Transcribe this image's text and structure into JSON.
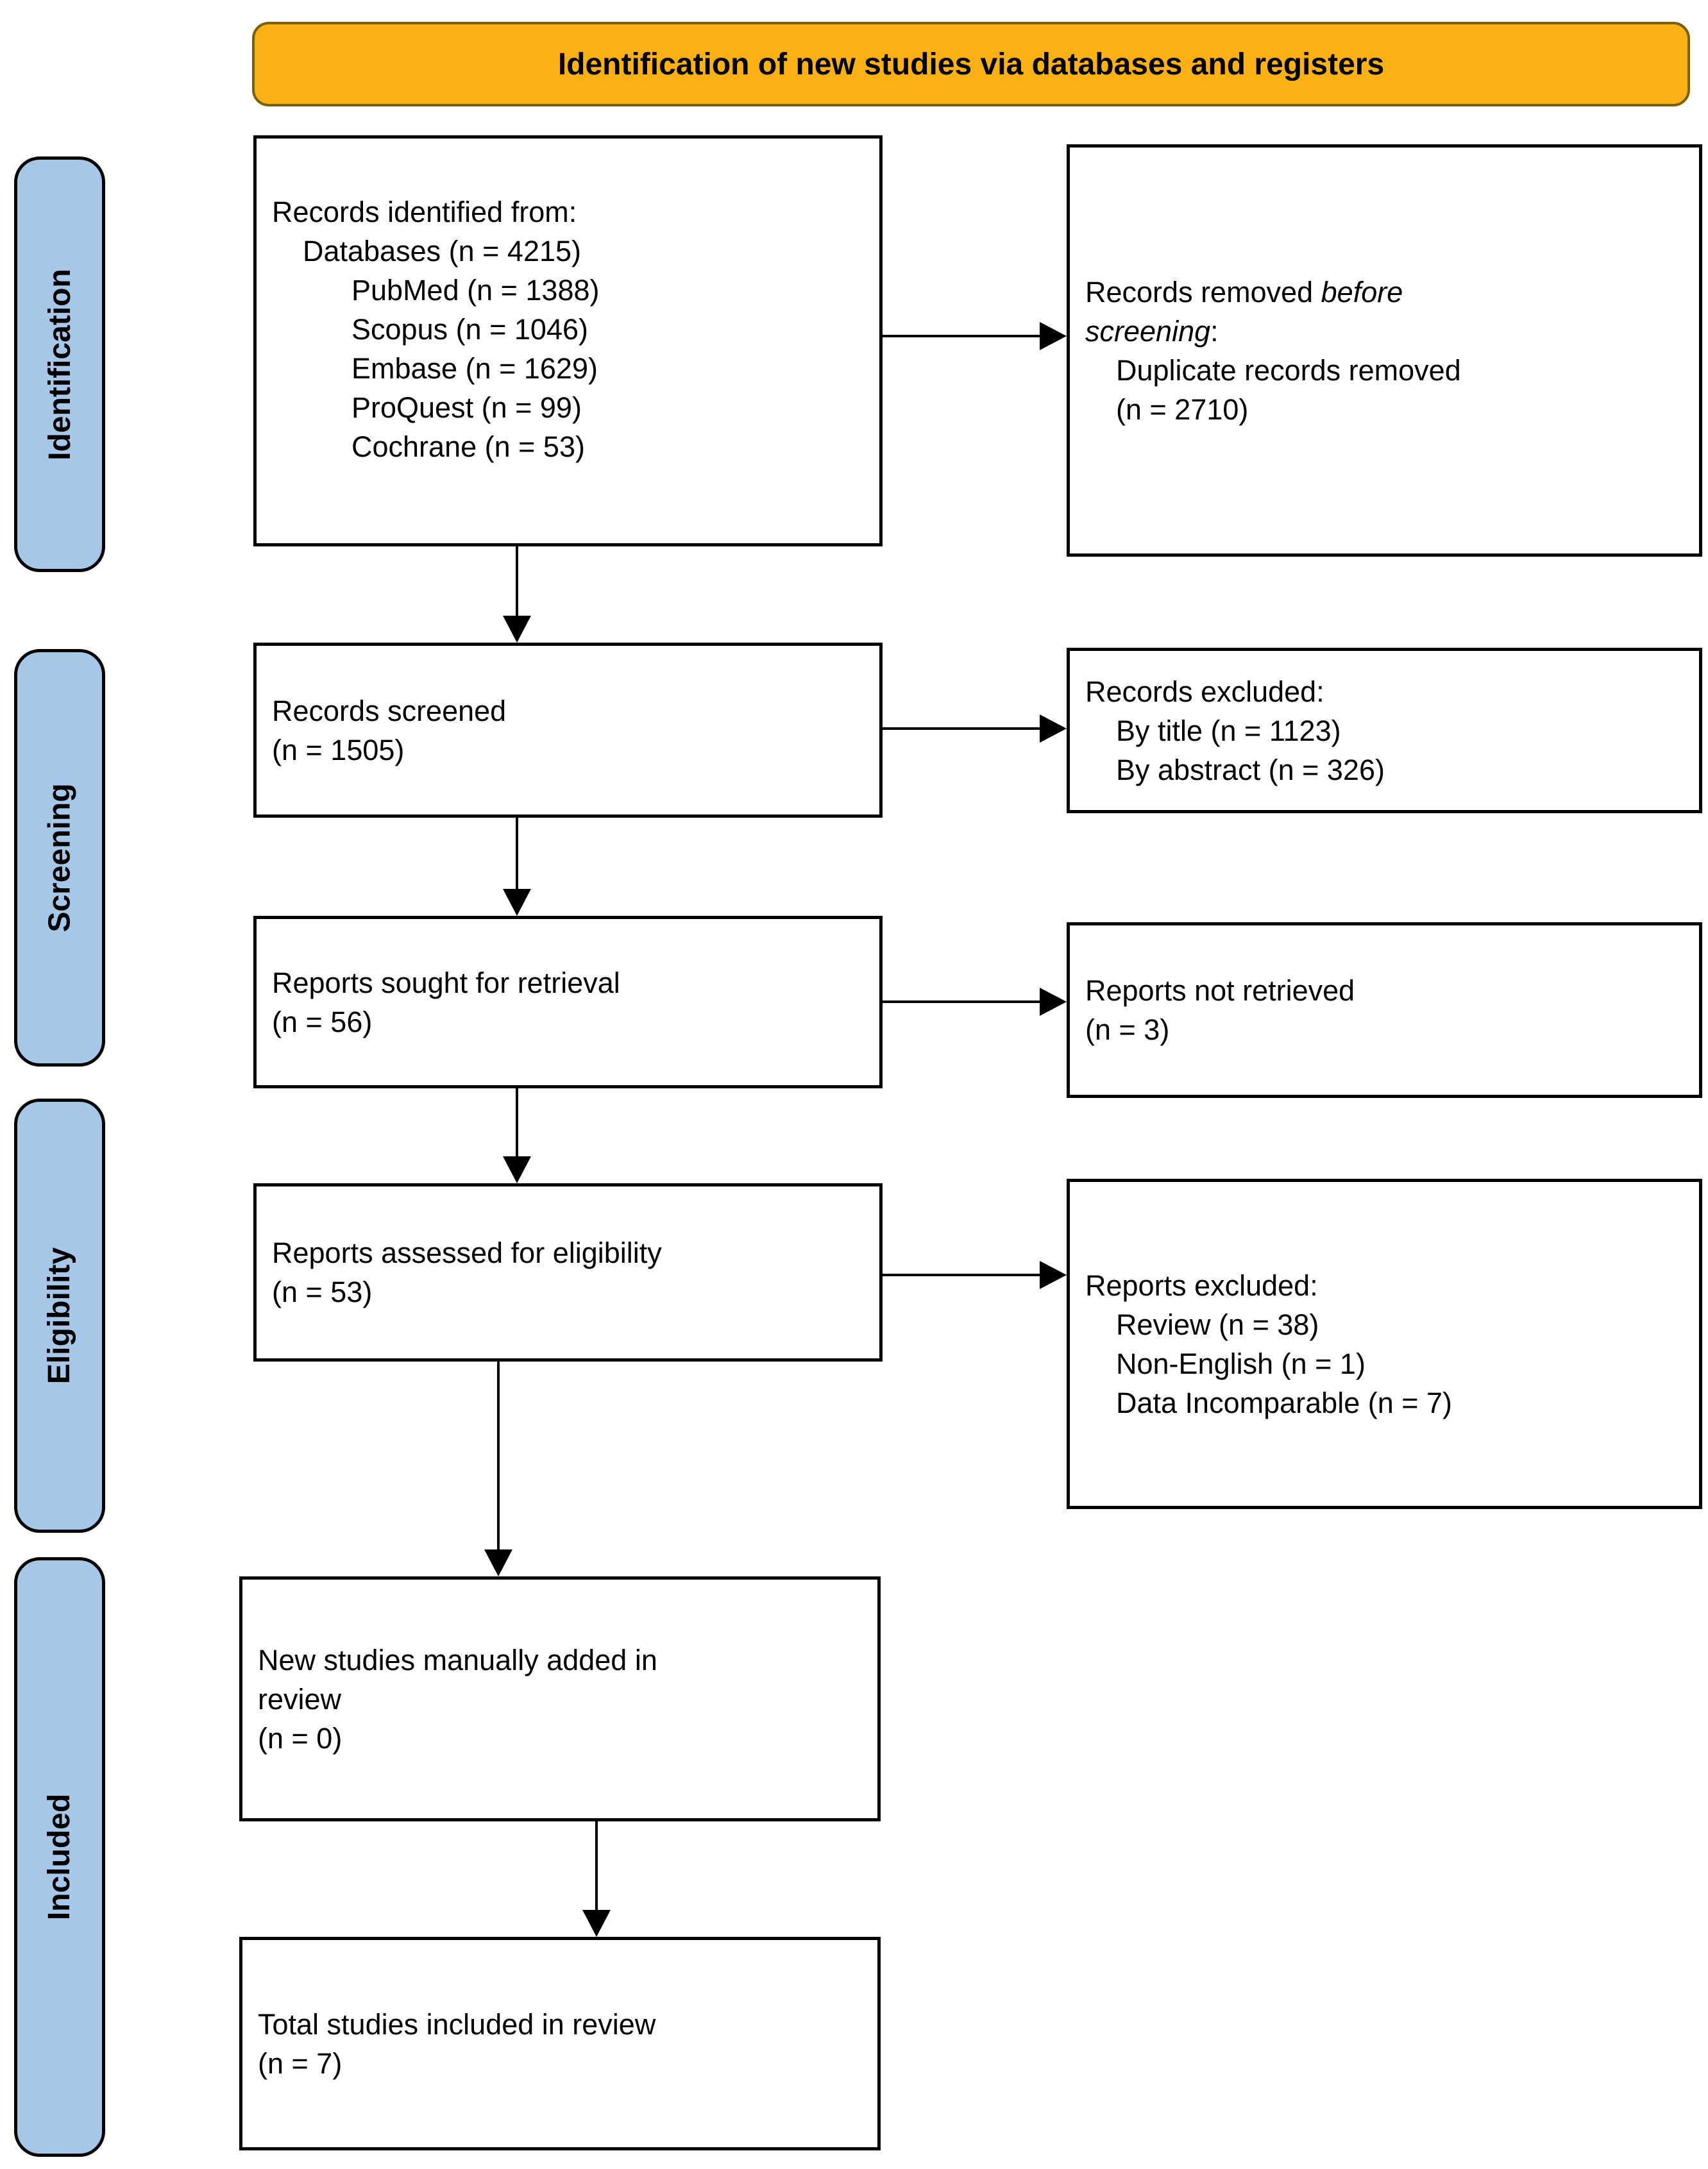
{
  "header": {
    "title": "Identification of new studies via databases and registers"
  },
  "sidebar": {
    "items": [
      {
        "label": "Identification"
      },
      {
        "label": "Screening"
      },
      {
        "label": "Eligibility"
      },
      {
        "label": "Included"
      }
    ]
  },
  "flow": {
    "boxes": [
      {
        "key": "records-identified",
        "lines": [
          {
            "indent": 0,
            "runs": [
              {
                "t": "Records identified from:"
              }
            ]
          },
          {
            "indent": 1,
            "runs": [
              {
                "t": "Databases (n = 4215)"
              }
            ]
          },
          {
            "indent": 2,
            "runs": [
              {
                "t": "PubMed (n = 1388)"
              }
            ]
          },
          {
            "indent": 2,
            "runs": [
              {
                "t": "Scopus (n = 1046)"
              }
            ]
          },
          {
            "indent": 2,
            "runs": [
              {
                "t": "Embase (n = 1629)"
              }
            ]
          },
          {
            "indent": 2,
            "runs": [
              {
                "t": "ProQuest (n = 99)"
              }
            ]
          },
          {
            "indent": 2,
            "runs": [
              {
                "t": "Cochrane (n = 53)"
              }
            ]
          }
        ]
      },
      {
        "key": "records-removed",
        "lines": [
          {
            "indent": 0,
            "runs": [
              {
                "t": "Records removed "
              },
              {
                "t": "before",
                "i": true
              }
            ]
          },
          {
            "indent": 0,
            "runs": [
              {
                "t": "screening",
                "i": true
              },
              {
                "t": ":"
              }
            ]
          },
          {
            "indent": 1,
            "runs": [
              {
                "t": "Duplicate records removed"
              }
            ]
          },
          {
            "indent": 1,
            "runs": [
              {
                "t": "(n = 2710)"
              }
            ]
          }
        ]
      },
      {
        "key": "records-screened",
        "lines": [
          {
            "indent": 0,
            "runs": [
              {
                "t": "Records screened"
              }
            ]
          },
          {
            "indent": 0,
            "runs": [
              {
                "t": "(n = 1505)"
              }
            ]
          }
        ]
      },
      {
        "key": "records-excluded",
        "lines": [
          {
            "indent": 0,
            "runs": [
              {
                "t": "Records excluded:"
              }
            ]
          },
          {
            "indent": 1,
            "runs": [
              {
                "t": "By title (n = 1123)"
              }
            ]
          },
          {
            "indent": 1,
            "runs": [
              {
                "t": "By abstract (n = 326)"
              }
            ]
          }
        ]
      },
      {
        "key": "reports-sought",
        "lines": [
          {
            "indent": 0,
            "runs": [
              {
                "t": "Reports sought for retrieval"
              }
            ]
          },
          {
            "indent": 0,
            "runs": [
              {
                "t": "(n = 56)"
              }
            ]
          }
        ]
      },
      {
        "key": "reports-not-retrieved",
        "lines": [
          {
            "indent": 0,
            "runs": [
              {
                "t": "Reports not retrieved"
              }
            ]
          },
          {
            "indent": 0,
            "runs": [
              {
                "t": "(n = 3)"
              }
            ]
          }
        ]
      },
      {
        "key": "reports-assessed",
        "lines": [
          {
            "indent": 0,
            "runs": [
              {
                "t": "Reports assessed for eligibility"
              }
            ]
          },
          {
            "indent": 0,
            "runs": [
              {
                "t": "(n = 53)"
              }
            ]
          }
        ]
      },
      {
        "key": "reports-excluded",
        "lines": [
          {
            "indent": 0,
            "runs": [
              {
                "t": "Reports excluded:"
              }
            ]
          },
          {
            "indent": 1,
            "runs": [
              {
                "t": "Review (n = 38)"
              }
            ]
          },
          {
            "indent": 1,
            "runs": [
              {
                "t": "Non-English (n = 1)"
              }
            ]
          },
          {
            "indent": 1,
            "runs": [
              {
                "t": "Data Incomparable (n = 7)"
              }
            ]
          }
        ]
      },
      {
        "key": "new-studies",
        "lines": [
          {
            "indent": 0,
            "runs": [
              {
                "t": "New studies manually added in"
              }
            ]
          },
          {
            "indent": 0,
            "runs": [
              {
                "t": "review"
              }
            ]
          },
          {
            "indent": 0,
            "runs": [
              {
                "t": "(n = 0)"
              }
            ]
          }
        ]
      },
      {
        "key": "total-studies",
        "lines": [
          {
            "indent": 0,
            "runs": [
              {
                "t": "Total studies included in review"
              }
            ]
          },
          {
            "indent": 0,
            "runs": [
              {
                "t": "(n = 7)"
              }
            ]
          }
        ]
      }
    ]
  },
  "colors": {
    "header_bg": "#FBB116",
    "header_border": "#7B6000",
    "stage_bg": "#A6C7E7",
    "stage_border": "#000000",
    "box_bg": "#FFFFFF",
    "box_border": "#000000",
    "arrow": "#000000",
    "text": "#000000"
  }
}
